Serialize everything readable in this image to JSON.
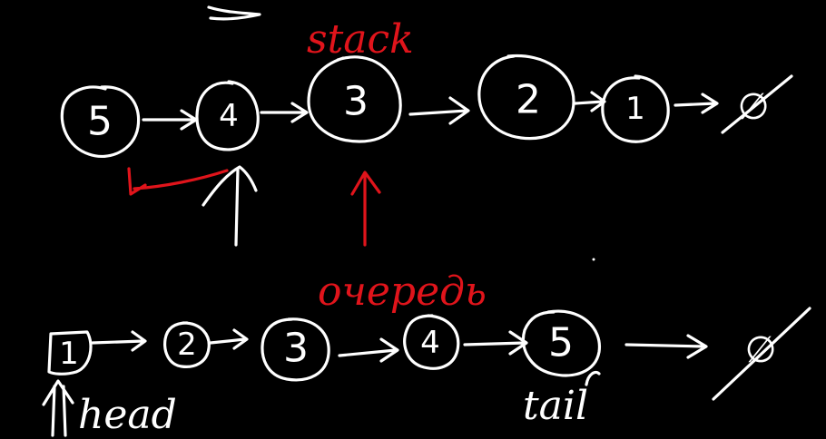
{
  "colors": {
    "background": "#000000",
    "chalk": "#ffffff",
    "marker": "#e0141b"
  },
  "stack": {
    "label": "stack",
    "nodes": [
      "5",
      "4",
      "3",
      "2",
      "1"
    ],
    "terminator": "∅"
  },
  "queue": {
    "label": "очередь",
    "nodes": [
      "1",
      "2",
      "3",
      "4",
      "5"
    ],
    "terminator": "∅",
    "head_label": "head",
    "tail_label": "tail"
  }
}
